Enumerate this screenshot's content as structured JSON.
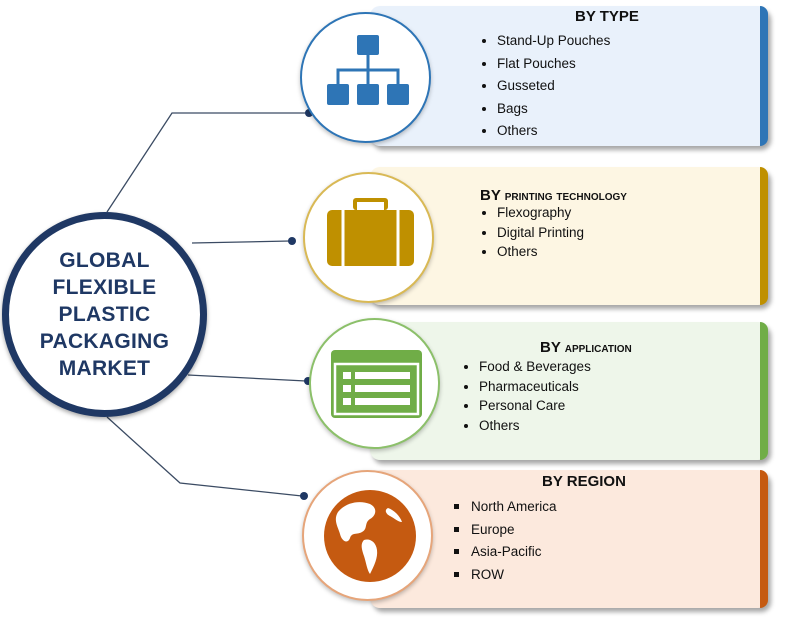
{
  "hub": {
    "title": "GLOBAL FLEXIBLE PLASTIC PACKAGING MARKET"
  },
  "colors": {
    "hub_border": "#1f3864",
    "connector": "#3b4b63",
    "type": "#2e75b6",
    "printing": "#bf9000",
    "application": "#70ad47",
    "region": "#c55a11"
  },
  "segments": [
    {
      "id": "type",
      "title_prefix": "BY ",
      "title_main": "TYPE",
      "title_style": "caps",
      "icon": "hierarchy-icon",
      "items": [
        "Stand-Up Pouches",
        "Flat Pouches",
        "Gusseted",
        "Bags",
        "Others"
      ]
    },
    {
      "id": "printing",
      "title_prefix": "BY ",
      "title_main": "printing technology",
      "title_style": "small-caps",
      "icon": "briefcase-icon",
      "items": [
        "Flexography",
        "Digital Printing",
        "Others"
      ]
    },
    {
      "id": "application",
      "title_prefix": "BY ",
      "title_main": "application",
      "title_style": "small-caps",
      "icon": "list-window-icon",
      "items": [
        "Food & Beverages",
        "Pharmaceuticals",
        "Personal Care",
        "Others"
      ]
    },
    {
      "id": "region",
      "title_prefix": "BY ",
      "title_main": "REGION",
      "title_style": "caps",
      "icon": "globe-icon",
      "items": [
        "North America",
        "Europe",
        "Asia-Pacific",
        "ROW"
      ]
    }
  ]
}
